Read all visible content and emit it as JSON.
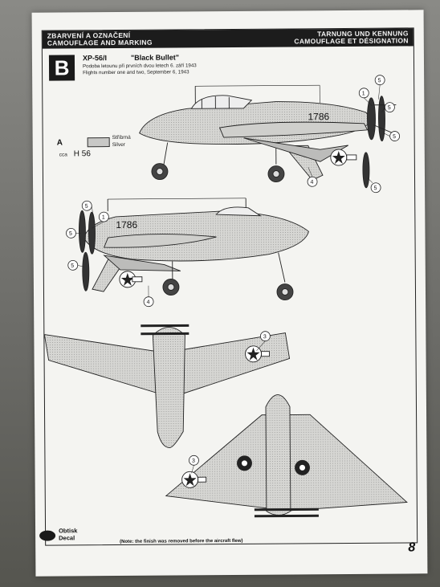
{
  "header": {
    "left_line1": "ZBARVENÍ A OZNAČENÍ",
    "left_line2": "CAMOUFLAGE AND MARKING",
    "right_line1": "TARNUNG UND KENNUNG",
    "right_line2": "CAMOUFLAGE ET DÉSIGNATION"
  },
  "scheme": {
    "letter": "B",
    "model": "XP-56/I",
    "name": "\"Black Bullet\"",
    "caption_cs": "Podoba letounu při prvních dvou letech 6. září 1943",
    "caption_en": "Flights number one and two, September 6, 1943"
  },
  "color_key": {
    "letter": "A",
    "name_cs": "Stříbrná",
    "name_en": "Silver",
    "prefix": "cca",
    "code": "H 56",
    "swatch_color": "#c8c8c6"
  },
  "aircraft": {
    "serial": "1786"
  },
  "callouts": [
    "5",
    "1",
    "5",
    "5",
    "4",
    "5",
    "1",
    "5",
    "5",
    "5",
    "4",
    "3",
    "3"
  ],
  "legend": {
    "line1": "Obtisk",
    "line2": "Decal"
  },
  "note": "(Note: the finish was removed before the aircraft flew)",
  "page_number": "8"
}
